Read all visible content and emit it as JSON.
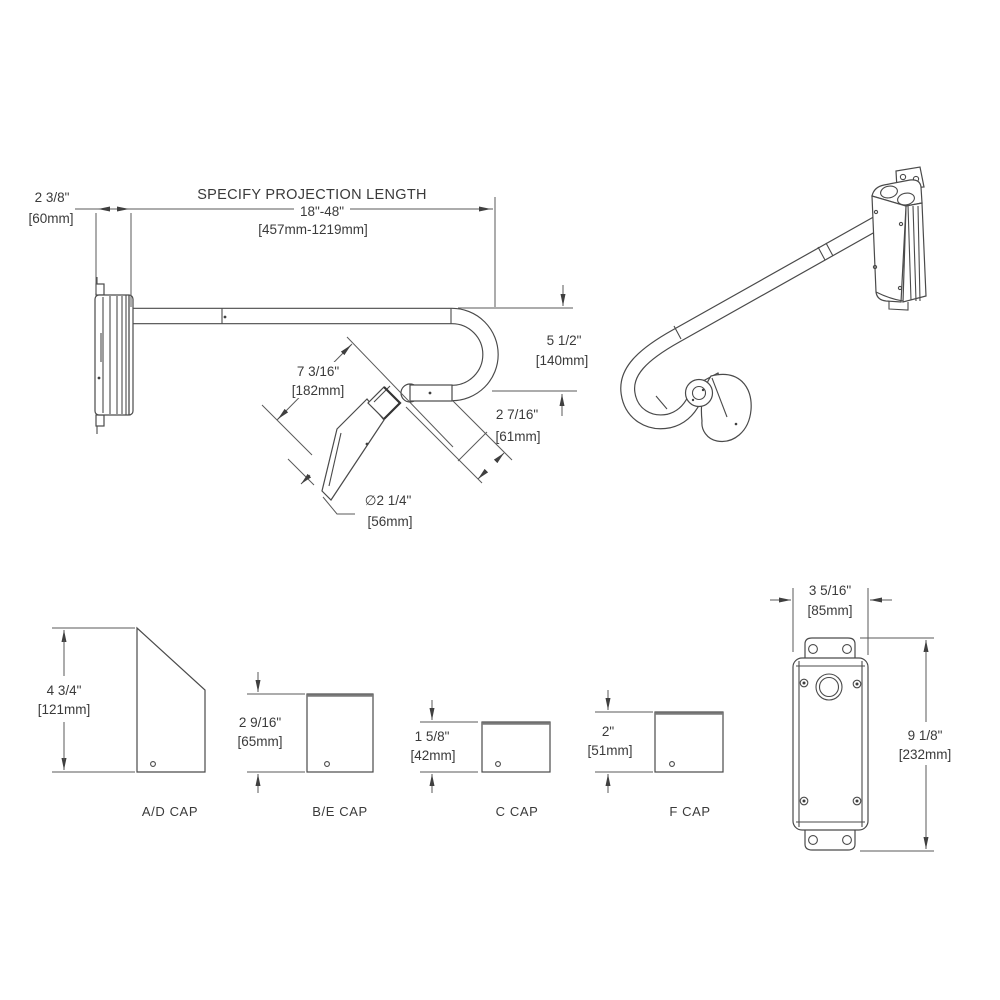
{
  "main_view": {
    "plate_depth_in": "2 3/8\"",
    "plate_depth_mm": "[60mm]",
    "projection_label": "SPECIFY PROJECTION LENGTH",
    "projection_range_in": "18\"-48\"",
    "projection_range_mm": "[457mm-1219mm]",
    "drop_in": "5 1/2\"",
    "drop_mm": "[140mm]",
    "head_length_in": "7 3/16\"",
    "head_length_mm": "[182mm]",
    "head_width_in": "2 7/16\"",
    "head_width_mm": "[61mm]",
    "shade_dia_in": "∅2 1/4\"",
    "shade_dia_mm": "[56mm]"
  },
  "caps": [
    {
      "label": "A/D CAP",
      "size_in": "4 3/4\"",
      "size_mm": "[121mm]"
    },
    {
      "label": "B/E CAP",
      "size_in": "2 9/16\"",
      "size_mm": "[65mm]"
    },
    {
      "label": "C CAP",
      "size_in": "1 5/8\"",
      "size_mm": "[42mm]"
    },
    {
      "label": "F CAP",
      "size_in": "2\"",
      "size_mm": "[51mm]"
    }
  ],
  "backplate": {
    "width_in": "3 5/16\"",
    "width_mm": "[85mm]",
    "height_in": "9 1/8\"",
    "height_mm": "[232mm]"
  },
  "colors": {
    "line": "#4a4a4a",
    "text": "#3a3a3a",
    "background": "#ffffff"
  }
}
